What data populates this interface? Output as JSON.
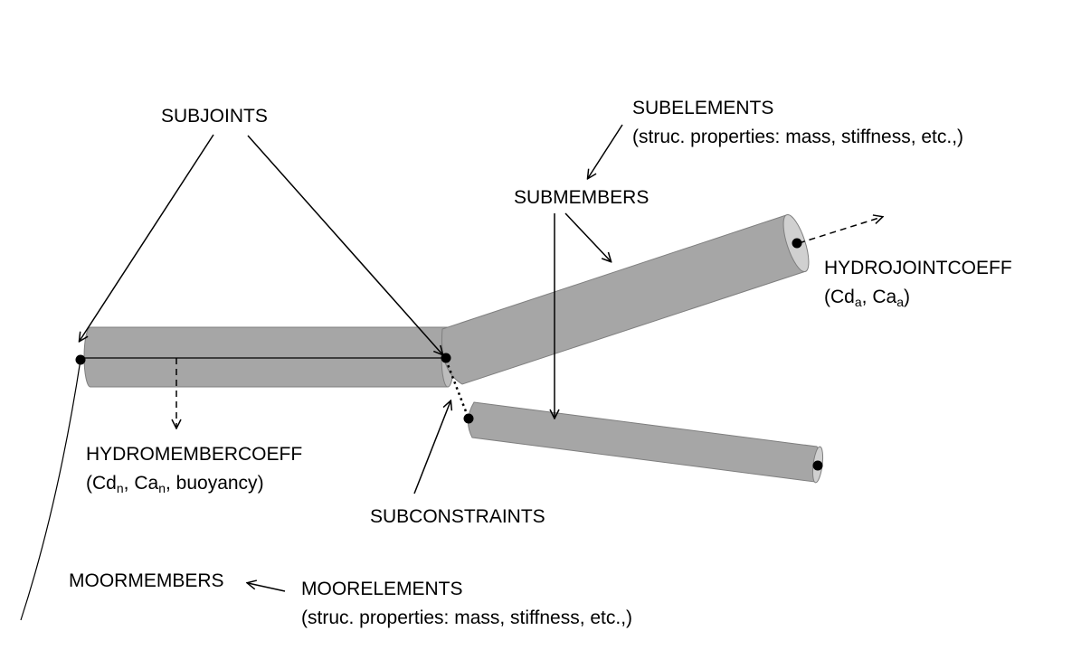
{
  "labels": {
    "subjoints": "SUBJOINTS",
    "subelements": "SUBELEMENTS",
    "subelements_desc": "(struc. properties: mass, stiffness, etc.,)",
    "submembers": "SUBMEMBERS",
    "hydrojointcoeff": "HYDROJOINTCOEFF",
    "hydrojoint_cd": "Cd",
    "hydrojoint_cd_sub": "a",
    "hydrojoint_ca": "Ca",
    "hydrojoint_ca_sub": "a",
    "hydromembercoeff": "HYDROMEMBERCOEFF",
    "hydromember_cd": "Cd",
    "hydromember_cd_sub": "n",
    "hydromember_ca": "Ca",
    "hydromember_ca_sub": "n",
    "hydromember_buoyancy": "buoyancy",
    "subconstraints": "SUBCONSTRAINTS",
    "moormembers": "MOORMEMBERS",
    "moorelements": "MOORELEMENTS",
    "moorelements_desc": "(struc. properties: mass, stiffness, etc.,)"
  },
  "colors": {
    "member_fill": "#a6a6a6",
    "member_stroke": "#7f7f7f",
    "end_cap": "#d0d0d0",
    "ink": "#000000"
  }
}
